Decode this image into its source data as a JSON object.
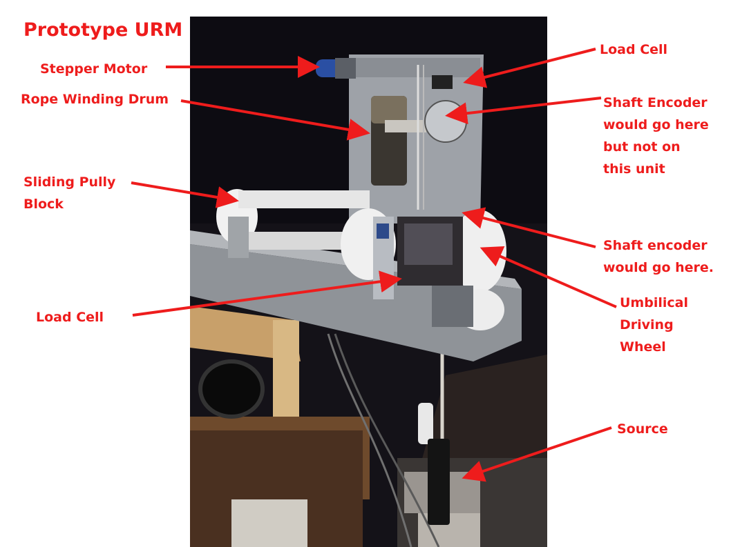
{
  "title": "Prototype URM",
  "labels": {
    "stepper_motor": "Stepper Motor",
    "rope_winding_drum": "Rope Winding Drum",
    "sliding_pully_block": "Sliding Pully\nBlock",
    "load_cell_left": "Load Cell",
    "load_cell_top": "Load Cell",
    "shaft_encoder_top": "Shaft Encoder\nwould go here\nbut not on\nthis unit",
    "shaft_encoder_mid": "Shaft encoder\nwould go here.",
    "umbilical_driving_wheel": "Umbilical\nDriving\nWheel",
    "source": "Source"
  },
  "colors": {
    "label": "#ee1c1c",
    "arrow": "#ee1c1c",
    "background": "#ffffff"
  }
}
